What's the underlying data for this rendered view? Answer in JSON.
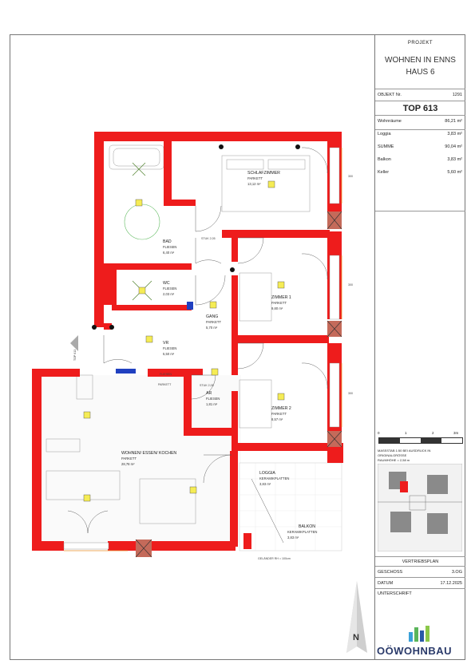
{
  "sidebar": {
    "project_label": "PROJEKT",
    "project_title_1": "WOHNEN IN ENNS",
    "project_title_2": "HAUS 6",
    "objekt_label": "OBJEKT Nr.",
    "objekt_value": "1291",
    "top_title": "TOP 613",
    "areas": [
      {
        "label": "Wohnräume",
        "value": "86,21 m²"
      },
      {
        "label": "Loggia",
        "value": "3,83 m²"
      },
      {
        "label": "SUMME",
        "value": "90,04 m²"
      },
      {
        "label": "Balkon",
        "value": "3,83 m²"
      },
      {
        "label": "Keller",
        "value": "5,60 m²"
      }
    ],
    "scale_labels": [
      "0",
      "1",
      "2",
      "3m"
    ],
    "scale_caption_1": "MASSSTAB   1:50   BEI   AUSDRUCK   IN",
    "scale_caption_2": "ORIGINALGRÖSSE",
    "scale_caption_3": "RAUMHÖHE = 2,58 m",
    "vertriebsplan": "VERTRIEBSPLAN",
    "geschoss_label": "GESCHOSS",
    "geschoss_value": "3.OG",
    "datum_label": "DATUM",
    "datum_value": "17.12.2025",
    "unterschrift_label": "UNTERSCHRIFT",
    "north": "N",
    "logo": "OÖWOHNBAU"
  },
  "rooms": [
    {
      "name": "SCHLAFZIMMER",
      "floor": "PARKETT",
      "area": "13,12 m²"
    },
    {
      "name": "BAD",
      "floor": "FLIESEN",
      "area": "6,40 m²"
    },
    {
      "name": "WC",
      "floor": "FLIESEN",
      "area": "2,03 m²"
    },
    {
      "name": "GANG",
      "floor": "PARKETT",
      "area": "5,70 m²"
    },
    {
      "name": "VR",
      "floor": "FLIESEN",
      "area": "5,50 m²"
    },
    {
      "name": "ZIMMER 1",
      "floor": "PARKETT",
      "area": "9,80 m²"
    },
    {
      "name": "ZIMMER 2",
      "floor": "PARKETT",
      "area": "8,57 m²"
    },
    {
      "name": "AR",
      "floor": "FLIESEN",
      "area": "1,81 m²"
    },
    {
      "name": "WOHNEN/ ESSEN/ KOCHEN",
      "floor": "PARKETT",
      "area": "28,78 m²"
    },
    {
      "name": "LOGGIA",
      "floor": "KERAMIKPLATTEN",
      "area": "3,83 m²"
    },
    {
      "name": "BALKON",
      "floor": "KERAMIKPLATTEN",
      "area": "3,83 m²"
    }
  ],
  "plan_labels": {
    "top_marker": "TOP 613",
    "fliesen": "FLIESEN",
    "parkett": "PARKETT",
    "gelaender": "GELÄNDER RH = 100cm",
    "stuk_1": "STUK 2,05",
    "stuk_2": "STUK 2,05",
    "window_1": "300",
    "window_2": "300",
    "window_3": "300"
  },
  "colors": {
    "wall": "#ee1c1c",
    "door": "#ee1c1c",
    "accent_orange": "#e88f2a",
    "sensor_yellow": "#f5ec55"
  }
}
